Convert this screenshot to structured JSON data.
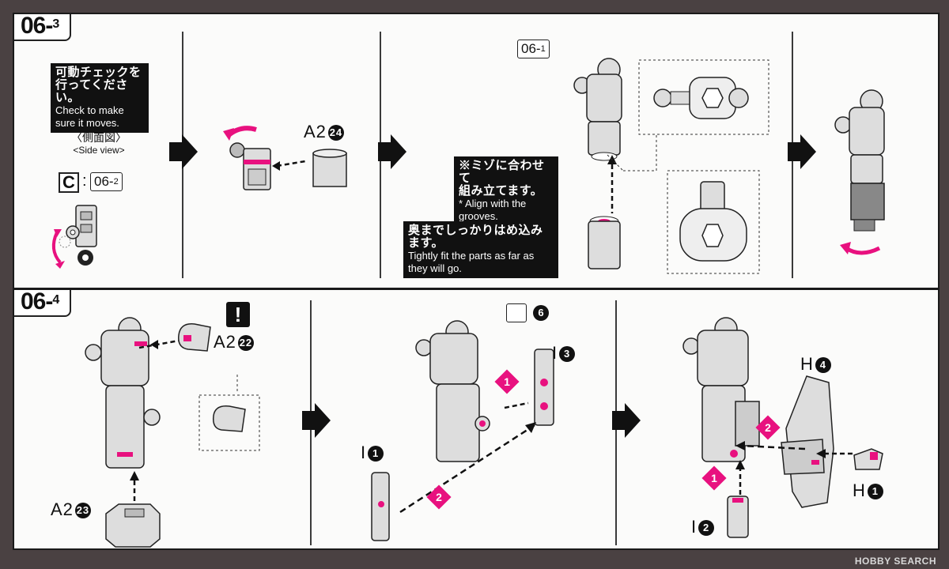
{
  "step_top": {
    "label_main": "06-",
    "label_sub": "3",
    "note_check_ja_1": "可動チェックを",
    "note_check_ja_2": "行ってください。",
    "note_check_en_1": "Check to make",
    "note_check_en_2": "sure it moves.",
    "side_view_ja": "〈側面図〉",
    "side_view_en": "<Side view>",
    "c_letter": "C",
    "c_colon": ":",
    "c_ref_main": "06-",
    "c_ref_sub": "2",
    "a2_label": "A2",
    "a2_num": "24",
    "ref_061_main": "06-",
    "ref_061_sub": "1",
    "note_groove_ja_1": "※ミゾに合わせて",
    "note_groove_ja_2": "組み立てます。",
    "note_groove_en_1": "* Align with the",
    "note_groove_en_2": "grooves.",
    "note_fit_ja": "奥までしっかりはめ込みます。",
    "note_fit_en_1": "Tightly fit the parts as far as",
    "note_fit_en_2": "they will go."
  },
  "step_bottom": {
    "label_main": "06-",
    "label_sub": "4",
    "warning": "!",
    "a2_22_label": "A2",
    "a2_22_num": "22",
    "a2_23_label": "A2",
    "a2_23_num": "23",
    "sticker_num": "6",
    "i3_label": "I",
    "i3_num": "3",
    "i1_label": "I",
    "i1_num": "1",
    "order_1": "1",
    "order_2": "2",
    "h4_label": "H",
    "h4_num": "4",
    "h1_label": "H",
    "h1_num": "1",
    "i2_label": "I",
    "i2_num": "2"
  },
  "watermark": "HOBBY SEARCH",
  "colors": {
    "accent": "#e8117f",
    "ink": "#111111",
    "paper": "#fbfbfa"
  }
}
